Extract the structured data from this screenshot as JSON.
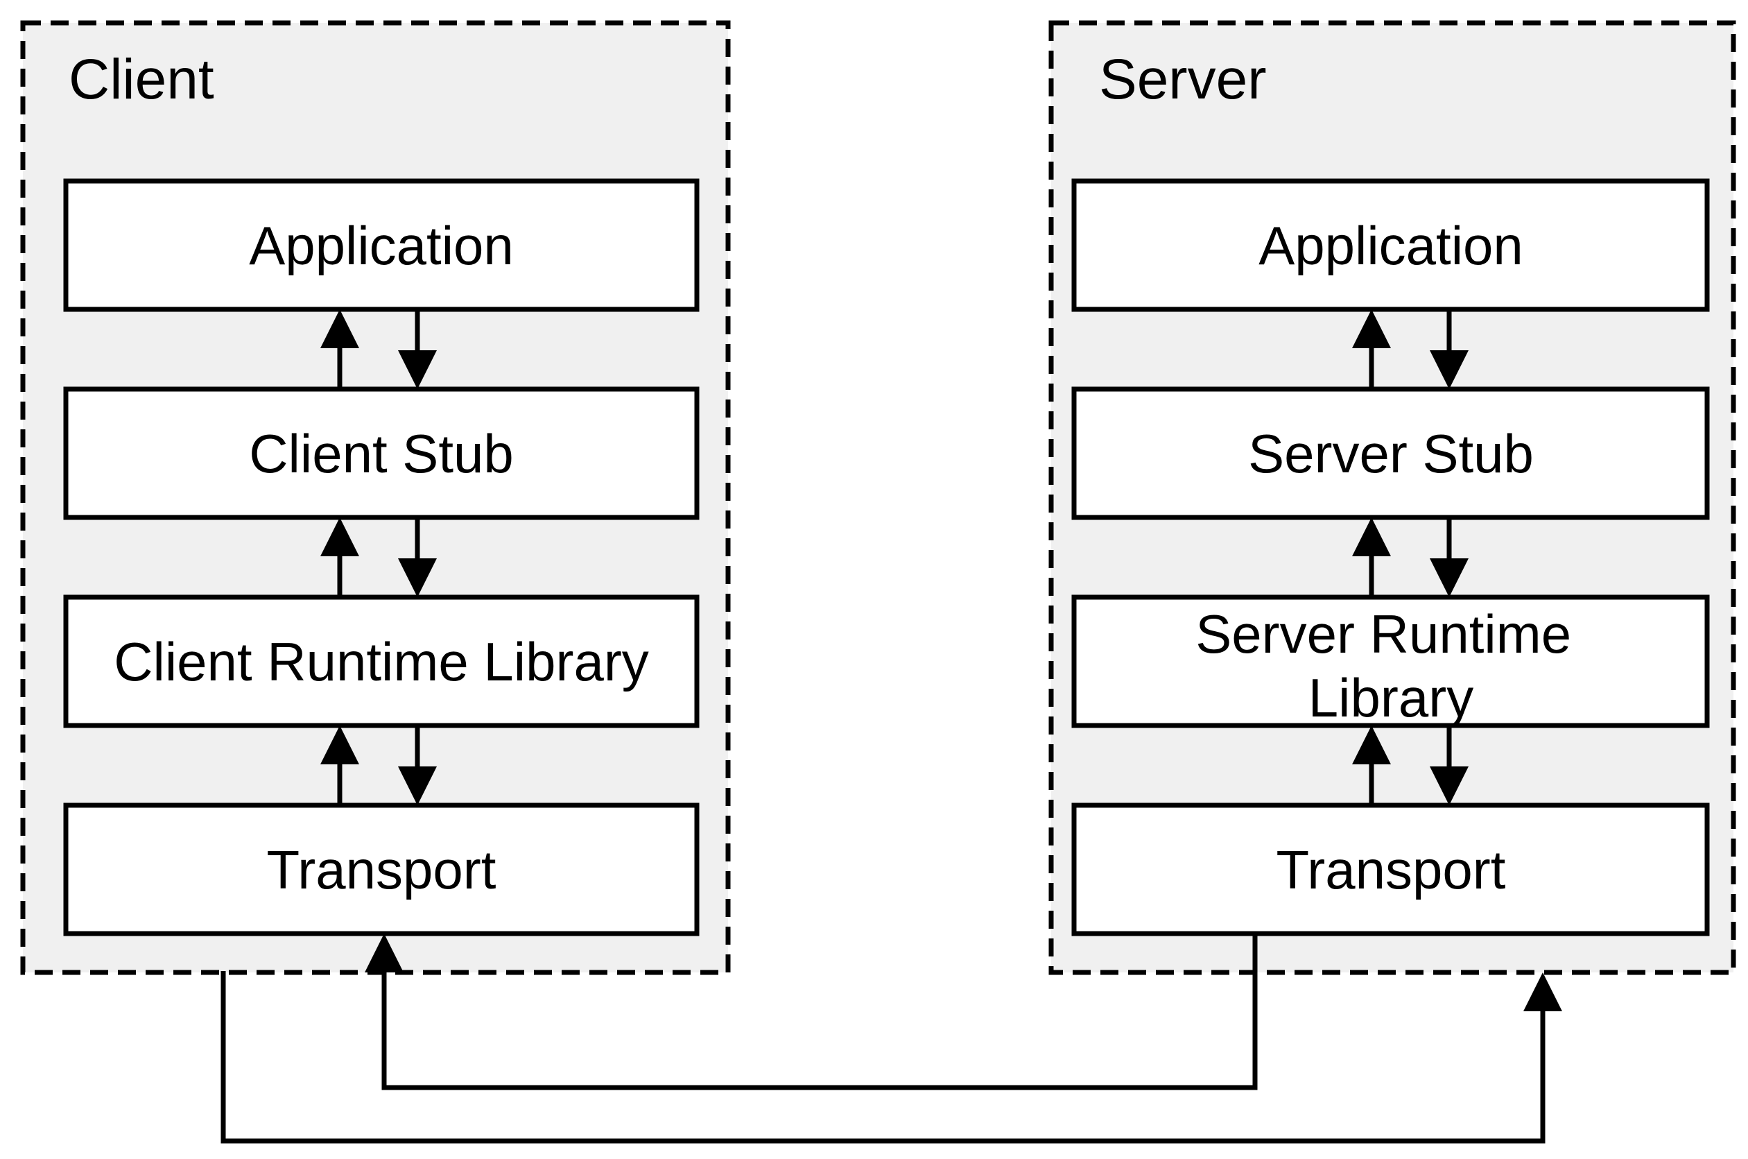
{
  "diagram": {
    "client": {
      "label": "Client",
      "boxes": [
        {
          "label": "Application"
        },
        {
          "label": "Client Stub"
        },
        {
          "label": "Client Runtime Library"
        },
        {
          "label": "Transport"
        }
      ]
    },
    "server": {
      "label": "Server",
      "boxes": [
        {
          "label": "Application"
        },
        {
          "label": "Server Stub"
        },
        {
          "label": "Server Runtime Library",
          "line1": "Server Runtime",
          "line2": "Library"
        },
        {
          "label": "Transport"
        }
      ]
    },
    "colors": {
      "background": "#ffffff",
      "container_fill": "#f0f0f0",
      "node_fill": "#ffffff",
      "stroke": "#000000"
    }
  }
}
